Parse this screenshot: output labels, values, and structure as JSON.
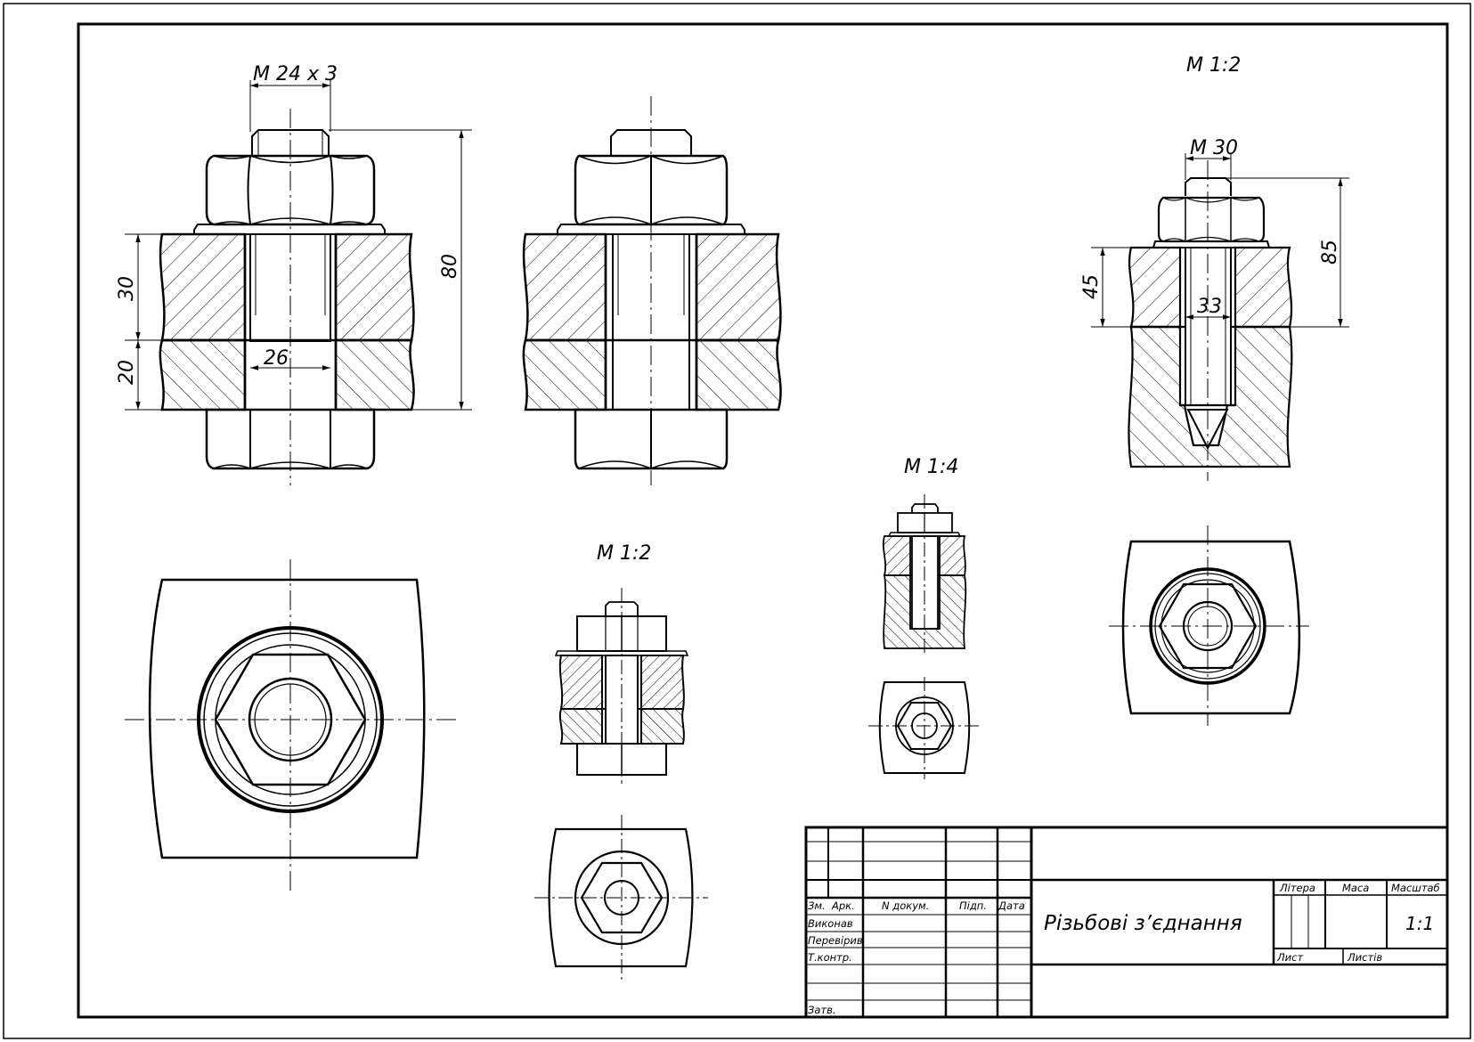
{
  "drawing": {
    "scales": {
      "view_c": "M 1:2",
      "view_b_small": "M 1:2",
      "view_d_small": "M 1:4"
    },
    "dimensions": {
      "a_thread": "M 24 x 3",
      "a_plate_upper": "30",
      "a_plate_lower": "20",
      "a_hole": "26",
      "a_length": "80",
      "c_thread": "M 30",
      "c_depth": "45",
      "c_length": "85",
      "c_hole": "33"
    }
  },
  "title_block": {
    "col_headers": [
      "Зм.",
      "Арк.",
      "N докум.",
      "Підп.",
      "Дата"
    ],
    "row_labels": [
      "Виконав",
      "Перевірив",
      "Т.контр.",
      "Затв."
    ],
    "title": "Різьбові з’єднання",
    "litera_label": "Літера",
    "mass_label": "Маса",
    "scale_label": "Масштаб",
    "scale_value": "1:1",
    "sheet_label": "Лист",
    "sheets_label": "Листів"
  }
}
